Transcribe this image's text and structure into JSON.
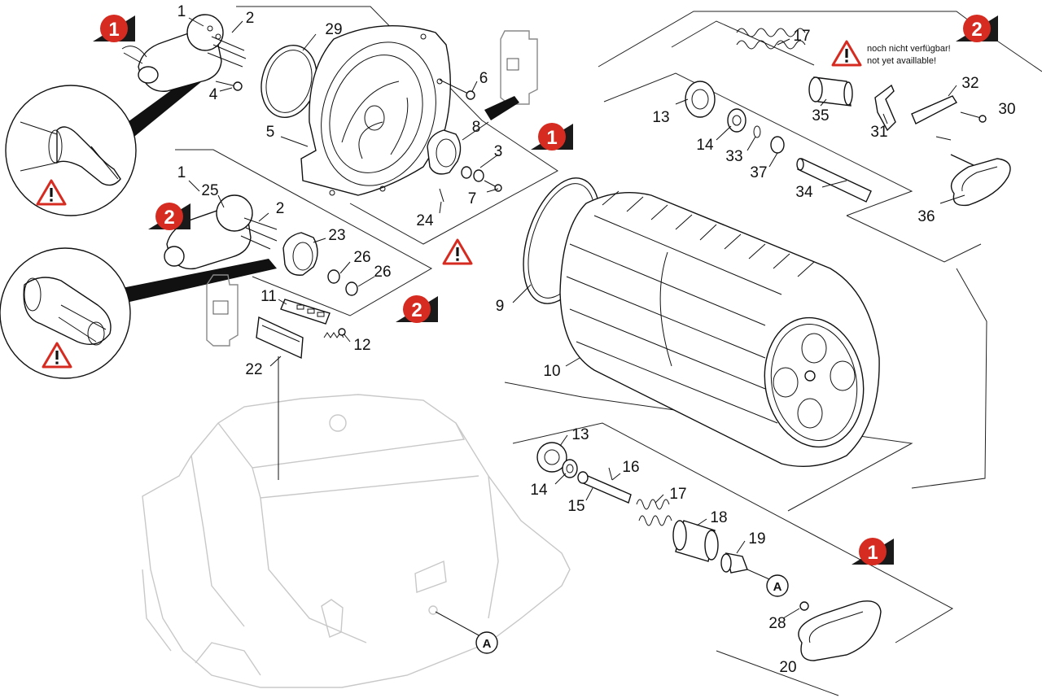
{
  "diagram": {
    "notice": {
      "line1": "noch nicht verfügbar!",
      "line2": "not yet availlable!"
    },
    "ref_letter": "A",
    "badges": [
      "1",
      "2",
      "1",
      "2",
      "2",
      "1"
    ],
    "callouts": {
      "c1a": "1",
      "c2a": "2",
      "c29": "29",
      "c4": "4",
      "c5": "5",
      "c6": "6",
      "c8": "8",
      "c3": "3",
      "c7": "7",
      "c24": "24",
      "c1b": "1",
      "c25": "25",
      "c2b": "2",
      "c23": "23",
      "c26a": "26",
      "c26b": "26",
      "c11": "11",
      "c12": "12",
      "c22": "22",
      "c17a": "17",
      "c13a": "13",
      "c35": "35",
      "c32": "32",
      "c30": "30",
      "c31": "31",
      "c14a": "14",
      "c33": "33",
      "c37": "37",
      "c34": "34",
      "c36": "36",
      "c9": "9",
      "c10": "10",
      "c13b": "13",
      "c16": "16",
      "c14b": "14",
      "c17b": "17",
      "c15": "15",
      "c18": "18",
      "c19": "19",
      "c28": "28",
      "c20": "20"
    },
    "colors": {
      "badge_red": "#d62b20",
      "badge_shadow": "#1a1a1a",
      "warning_red": "#d62b20",
      "ghost_gray": "#c8c8c8"
    },
    "icons": [
      "warning-triangle-icon",
      "numbered-badge-icon"
    ]
  }
}
